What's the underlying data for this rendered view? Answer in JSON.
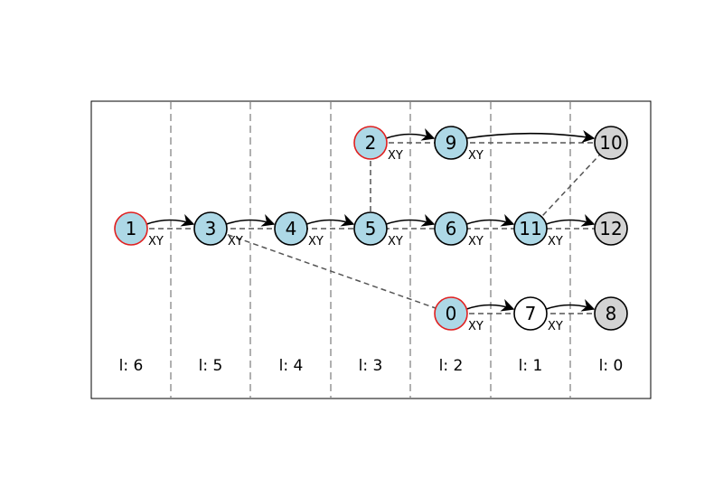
{
  "colors": {
    "frame": "#000000",
    "divider": "#b0b0b0",
    "dependency_edge": "#555555",
    "arrow_edge": "#000000",
    "active_fill": "#add8e6",
    "done_fill": "#d3d3d3",
    "pending_fill": "#ffffff",
    "root_border": "#e02020",
    "node_border": "#000000"
  },
  "levels": [
    {
      "id": "L6",
      "label": "l: 6"
    },
    {
      "id": "L5",
      "label": "l: 5"
    },
    {
      "id": "L4",
      "label": "l: 4"
    },
    {
      "id": "L3",
      "label": "l: 3"
    },
    {
      "id": "L2",
      "label": "l: 2"
    },
    {
      "id": "L1",
      "label": "l: 1"
    },
    {
      "id": "L0",
      "label": "l: 0"
    }
  ],
  "nodes": [
    {
      "id": "1",
      "label": "1",
      "level": 6,
      "row": 1,
      "fill": "active",
      "root": true
    },
    {
      "id": "3",
      "label": "3",
      "level": 5,
      "row": 1,
      "fill": "active",
      "root": false
    },
    {
      "id": "4",
      "label": "4",
      "level": 4,
      "row": 1,
      "fill": "active",
      "root": false
    },
    {
      "id": "5",
      "label": "5",
      "level": 3,
      "row": 1,
      "fill": "active",
      "root": false
    },
    {
      "id": "6",
      "label": "6",
      "level": 2,
      "row": 1,
      "fill": "active",
      "root": false
    },
    {
      "id": "11",
      "label": "11",
      "level": 1,
      "row": 1,
      "fill": "active",
      "root": false
    },
    {
      "id": "12",
      "label": "12",
      "level": 0,
      "row": 1,
      "fill": "done",
      "root": false
    },
    {
      "id": "2",
      "label": "2",
      "level": 3,
      "row": 0,
      "fill": "active",
      "root": true
    },
    {
      "id": "9",
      "label": "9",
      "level": 2,
      "row": 0,
      "fill": "active",
      "root": false
    },
    {
      "id": "10",
      "label": "10",
      "level": 0,
      "row": 0,
      "fill": "done",
      "root": false
    },
    {
      "id": "0",
      "label": "0",
      "level": 2,
      "row": 2,
      "fill": "active",
      "root": true
    },
    {
      "id": "7",
      "label": "7",
      "level": 1,
      "row": 2,
      "fill": "pending",
      "root": false
    },
    {
      "id": "8",
      "label": "8",
      "level": 0,
      "row": 2,
      "fill": "done",
      "root": false
    }
  ],
  "arrow_edges": [
    {
      "from": "1",
      "to": "3"
    },
    {
      "from": "3",
      "to": "4"
    },
    {
      "from": "4",
      "to": "5"
    },
    {
      "from": "5",
      "to": "6"
    },
    {
      "from": "6",
      "to": "11"
    },
    {
      "from": "11",
      "to": "12"
    },
    {
      "from": "2",
      "to": "9"
    },
    {
      "from": "9",
      "to": "10"
    },
    {
      "from": "0",
      "to": "7"
    },
    {
      "from": "7",
      "to": "8"
    }
  ],
  "dashed_edges": [
    {
      "from": "1",
      "to": "12"
    },
    {
      "from": "2",
      "to": "10"
    },
    {
      "from": "0",
      "to": "8"
    },
    {
      "from": "2",
      "to": "5"
    },
    {
      "from": "11",
      "to": "10"
    },
    {
      "from": "3",
      "to": "0"
    }
  ],
  "edge_labels": [
    {
      "near": "1",
      "text": "XY"
    },
    {
      "near": "3",
      "text": "XY"
    },
    {
      "near": "4",
      "text": "XY"
    },
    {
      "near": "5",
      "text": "XY"
    },
    {
      "near": "6",
      "text": "XY"
    },
    {
      "near": "11",
      "text": "XY"
    },
    {
      "near": "2",
      "text": "XY"
    },
    {
      "near": "9",
      "text": "XY"
    },
    {
      "near": "0",
      "text": "XY"
    },
    {
      "near": "7",
      "text": "XY"
    }
  ]
}
